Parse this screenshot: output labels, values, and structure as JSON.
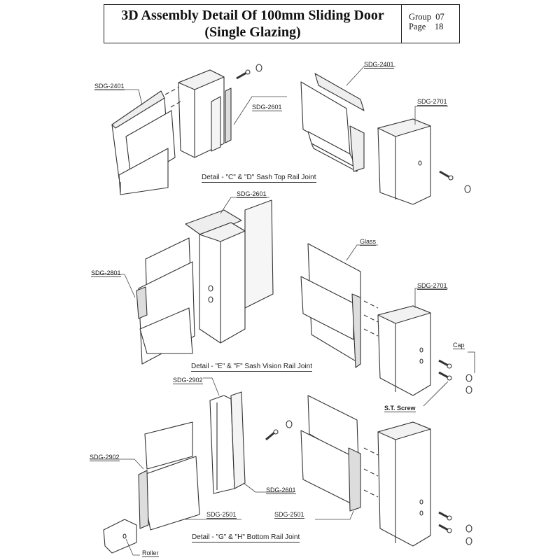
{
  "header": {
    "title_line1": "3D Assembly Detail Of 100mm Sliding Door",
    "title_line2": "(Single Glazing)",
    "group_label": "Group",
    "group_value": "07",
    "page_label": "Page",
    "page_value": "18"
  },
  "details": [
    {
      "caption": "Detail - \"C\" & \"D\" Sash Top Rail Joint",
      "labels": [
        "SDG-2401",
        "SDG-2601",
        "SDG-2401",
        "SDG-2701"
      ]
    },
    {
      "caption": "Detail - \"E\" & \"F\" Sash Vision Rail Joint",
      "labels": [
        "SDG-2601",
        "SDG-2801",
        "Glass",
        "SDG-2701",
        "Cap",
        "S.T. Screw"
      ]
    },
    {
      "caption": "Detail - \"G\" & \"H\" Bottom Rail Joint",
      "labels": [
        "SDG-2902",
        "SDG-2902",
        "SDG-2601",
        "SDG-2501",
        "SDG-2501",
        "Roller"
      ]
    }
  ],
  "colors": {
    "line": "#333333",
    "fill": "#ffffff",
    "shade": "#e8e8e8"
  }
}
